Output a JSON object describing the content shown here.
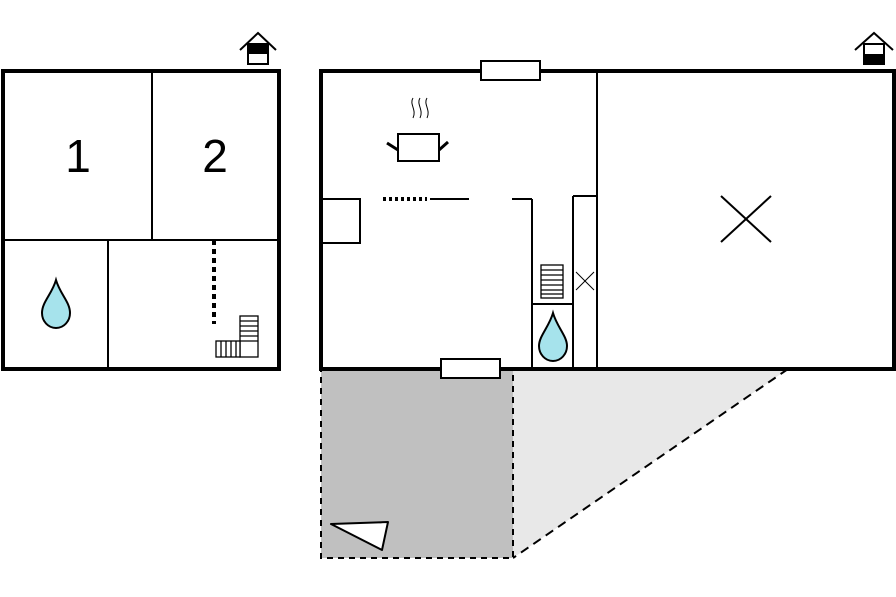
{
  "floorplan": {
    "upper_floor": {
      "rooms": [
        {
          "label": "1"
        },
        {
          "label": "2"
        }
      ],
      "icons": [
        "floor-level-upper-icon",
        "water-drop-icon",
        "staircase-icon"
      ]
    },
    "ground_floor": {
      "icons": [
        "floor-level-ground-icon",
        "cooking-pot-icon",
        "water-drop-icon",
        "staircase-icon",
        "x-mark-icon"
      ]
    },
    "outdoor": {
      "areas": [
        "covered-terrace",
        "garden-area"
      ],
      "icons": [
        "direction-triangle-icon"
      ]
    },
    "colors": {
      "wall": "#000000",
      "water": "#a6e3ec",
      "terrace": "#c0c0c0",
      "garden": "#e8e8e8"
    }
  }
}
